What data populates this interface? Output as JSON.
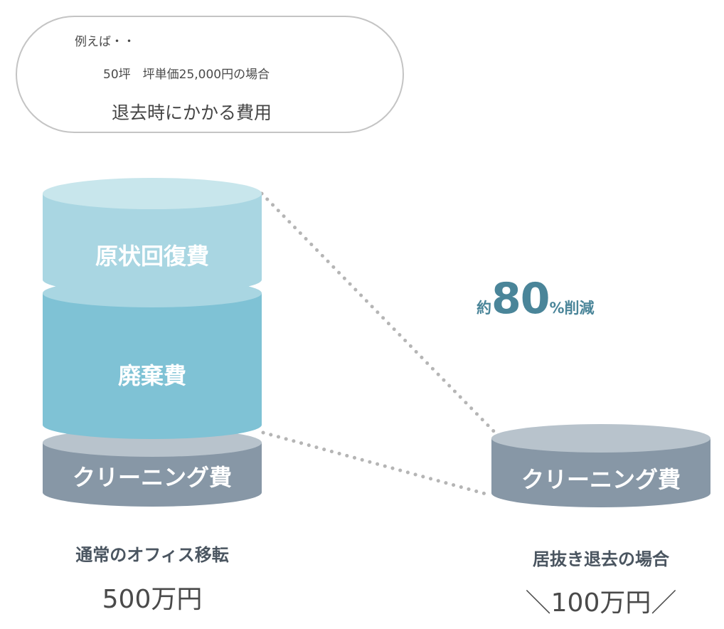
{
  "header": {
    "example_label": "例えば・・",
    "condition": "50坪　坪単価25,000円の場合",
    "title": "退去時にかかる費用"
  },
  "colors": {
    "restoration": "#a9d6e2",
    "restoration_top": "#c8e6ec",
    "disposal": "#7fc2d5",
    "cleaning": "#8797a6",
    "cleaning_top": "#b8c3cc",
    "accent": "#4a8599",
    "dots": "#b5b5b5"
  },
  "normal_move": {
    "segments": [
      {
        "id": "restoration",
        "label": "原状回復費"
      },
      {
        "id": "disposal",
        "label": "廃棄費"
      },
      {
        "id": "cleaning",
        "label": "クリーニング費"
      }
    ],
    "caption": "通常のオフィス移転",
    "amount": "500万円"
  },
  "reduction": {
    "prefix": "約",
    "value": "80",
    "suffix": "%削減"
  },
  "sublease_exit": {
    "segments": [
      {
        "id": "cleaning",
        "label": "クリーニング費"
      }
    ],
    "caption": "居抜き退去の場合",
    "amount": "＼100万円／"
  }
}
